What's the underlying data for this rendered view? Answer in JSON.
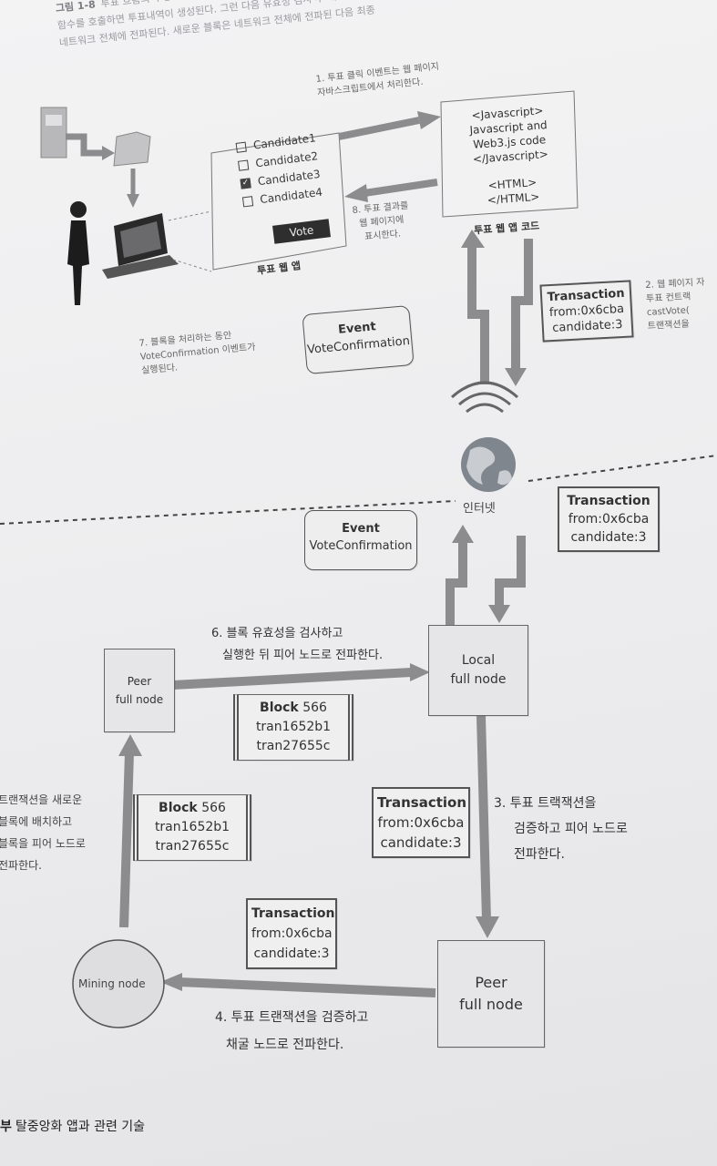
{
  "caption": {
    "figure_label": "그림 1-8",
    "line1": "투표 흐름의 수명주기. 투표자 브라우저에서 투표하면 ... 그런 다음 유효성 검사 후 ...",
    "line2": "함수를 호출하면 투표내역이 생성된다. 그런 다음 유효성 검사 후 네트워크 전체에 전파된 다음 최종",
    "line3": "네트워크 전체에 전파된다. 새로운 블록은 네트워크 전체에 전파된 다음 최종"
  },
  "web_app": {
    "candidates": [
      "Candidate1",
      "Candidate2",
      "Candidate3",
      "Candidate4"
    ],
    "checked_index": 2,
    "vote_button": "Vote",
    "label": "투표 웹 앱"
  },
  "code_box": {
    "lines": [
      "<Javascript>",
      "Javascript and",
      "Web3.js code",
      "</Javascript>",
      "",
      "<HTML>",
      "</HTML>"
    ],
    "label": "투표 웹 앱 코드"
  },
  "notes": {
    "step1_line1": "1. 투표 클릭 이벤트는 웹 페이지",
    "step1_line2": "자바스크립트에서 처리한다.",
    "step8_line1": "8. 투표 결과를",
    "step8_line2": "웹 페이지에",
    "step8_line3": "표시한다.",
    "step2_line1": "2. 웹 페이지 자",
    "step2_line2": "투표 컨트랙",
    "step2_line3": "castVote(",
    "step2_line4": "트랜잭션을",
    "step7_line1": "7. 블록을 처리하는 동안",
    "step7_line2": "VoteConfirmation 이벤트가",
    "step7_line3": "실행된다.",
    "step6_line1": "6. 블록 유효성을 검사하고",
    "step6_line2": "실행한 뒤 피어 노드로 전파한다.",
    "step5_line1": "트랜잭션을 새로운",
    "step5_line2": "블록에 배치하고",
    "step5_line3": "블록을 피어 노드로",
    "step5_line4": "전파한다.",
    "step3_line1": "3. 투표 트랙잭션을",
    "step3_line2": "검증하고 피어 노드로",
    "step3_line3": "전파한다.",
    "step4_line1": "4. 투표 트랜잭션을 검증하고",
    "step4_line2": "채굴 노드로 전파한다."
  },
  "internet_label": "인터넷",
  "event_box": {
    "title": "Event",
    "body": "VoteConfirmation"
  },
  "transaction_box": {
    "title": "Transaction",
    "from": "from:0x6cba",
    "candidate": "candidate:3"
  },
  "block_box": {
    "title": "Block",
    "number": "566",
    "tx1": "tran1652b1",
    "tx2": "tran27655c"
  },
  "nodes": {
    "local": [
      "Local",
      "full node"
    ],
    "peer_top": [
      "Peer",
      "full node"
    ],
    "peer_bottom": [
      "Peer",
      "full node"
    ],
    "mining": "Mining node"
  },
  "footer": {
    "part": "부",
    "title": "탈중앙화 앱과 관련 기술"
  },
  "colors": {
    "arrow": "#8c8c8e",
    "ink": "#333333",
    "page": "#ececee"
  }
}
